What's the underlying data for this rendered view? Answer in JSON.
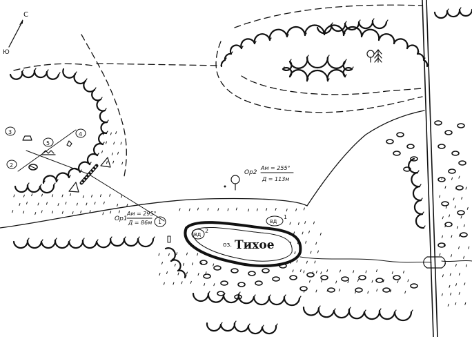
{
  "compass": {
    "north": "С",
    "south": "Ю"
  },
  "landmarks": [
    {
      "id": "1",
      "label": "1"
    },
    {
      "id": "2",
      "label": "2"
    },
    {
      "id": "3",
      "label": "3"
    },
    {
      "id": "4",
      "label": "4"
    },
    {
      "id": "5",
      "label": "5"
    }
  ],
  "orientir_1": {
    "name": "Ор1",
    "azimuth": "Ам = 295°",
    "distance": "Д = 86м"
  },
  "orientir_2": {
    "name": "Ор2",
    "azimuth": "Ам = 255°",
    "distance": "Д = 113м"
  },
  "lake": {
    "prefix": "оз.",
    "name": "Тихое"
  },
  "water_points": [
    {
      "label": "ВД",
      "number": "1"
    },
    {
      "label": "ВД",
      "number": "2"
    }
  ],
  "colors": {
    "ink": "#111111",
    "paper": "#ffffff"
  },
  "symbols": [
    "compass-arrow-icon",
    "tree-icon",
    "conifer-icon",
    "tent-icon",
    "campfire-icon",
    "bridge-icon",
    "signpost-icon"
  ]
}
